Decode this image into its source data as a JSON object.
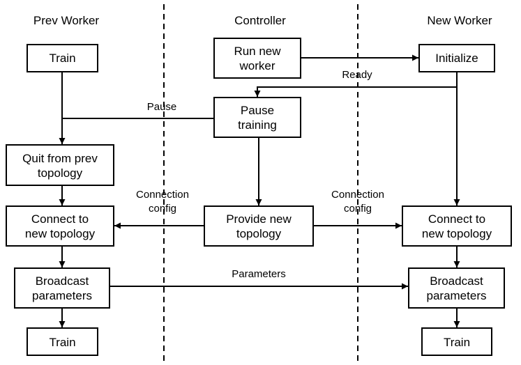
{
  "columns": {
    "prev": "Prev Worker",
    "controller": "Controller",
    "new": "New Worker"
  },
  "prev_worker": {
    "train_top": "Train",
    "quit": [
      "Quit from prev",
      "topology"
    ],
    "connect": [
      "Connect to",
      "new topology"
    ],
    "broadcast": [
      "Broadcast",
      "parameters"
    ],
    "train_bottom": "Train"
  },
  "controller": {
    "run_new_worker": [
      "Run new",
      "worker"
    ],
    "pause_training": [
      "Pause",
      "training"
    ],
    "provide_topology": [
      "Provide new",
      "topology"
    ]
  },
  "new_worker": {
    "initialize": "Initialize",
    "connect": [
      "Connect to",
      "new topology"
    ],
    "broadcast": [
      "Broadcast",
      "parameters"
    ],
    "train": "Train"
  },
  "edges": {
    "ready": "Ready",
    "pause": "Pause",
    "conn_config_left": [
      "Connection",
      "config"
    ],
    "conn_config_right": [
      "Connection",
      "config"
    ],
    "parameters": "Parameters"
  }
}
